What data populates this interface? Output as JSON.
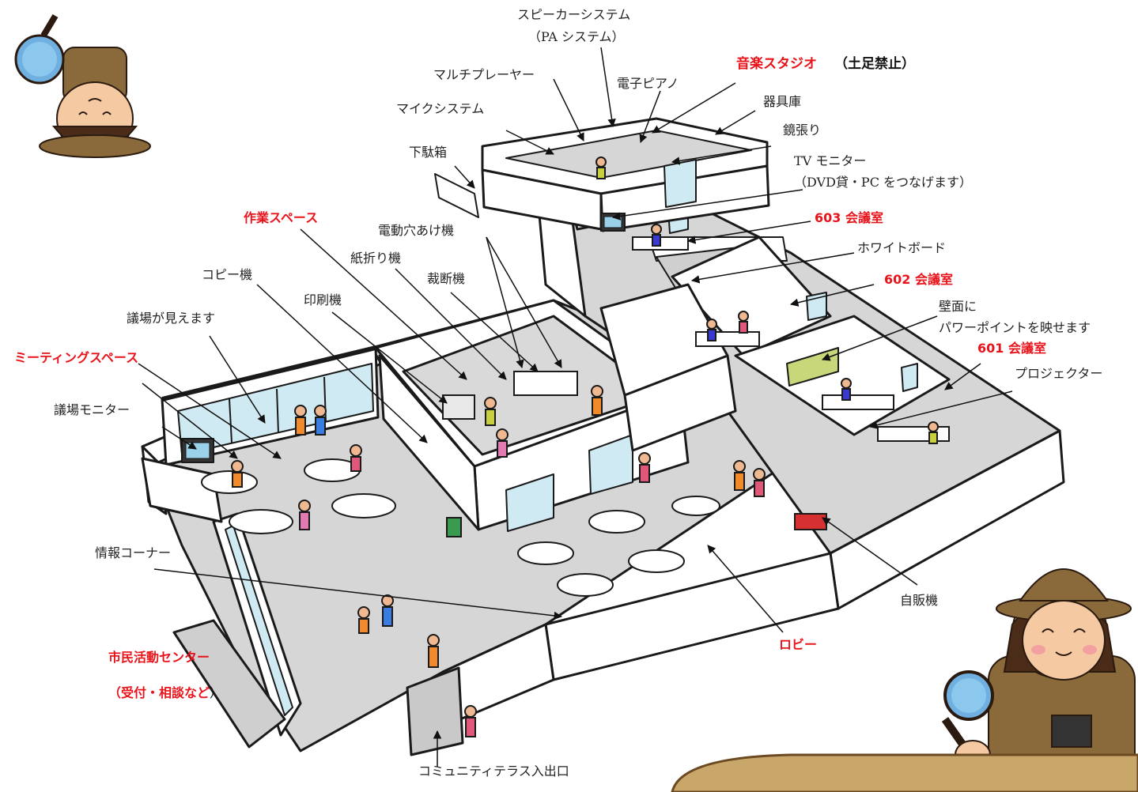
{
  "labels": {
    "speaker": "スピーカーシステム",
    "speaker_pa": "（PA システム）",
    "multiplayer": "マルチプレーヤー",
    "epiano": "電子ピアノ",
    "music_studio": "音楽スタジオ",
    "music_studio_note": "（土足禁止）",
    "storage": "器具庫",
    "mic": "マイクシステム",
    "mirror": "鏡張り",
    "shoebox": "下駄箱",
    "tv_monitor": "TV モニター",
    "tv_monitor_note": "（DVD貸・PC をつなげます）",
    "work_space": "作業スペース",
    "hole_punch": "電動穴あけ機",
    "room_603": "603 会議室",
    "folder": "紙折り機",
    "whiteboard": "ホワイトボード",
    "copier": "コピー機",
    "cutter": "裁断機",
    "room_602": "602 会議室",
    "printer": "印刷機",
    "wall_line1": "壁面に",
    "wall_line2": "パワーポイントを映せます",
    "see_chamber": "議場が見えます",
    "room_601": "601 会議室",
    "meeting_space": "ミーティングスペース",
    "projector": "プロジェクター",
    "chamber_monitor": "議場モニター",
    "info_corner": "情報コーナー",
    "vending": "自販機",
    "lobby": "ロビー",
    "civic_center": "市民活動センター",
    "civic_note_open": "（",
    "civic_note": "受付・相談など",
    "civic_note_close": "）",
    "entrance": "コミュニティテラス入出口"
  },
  "colors": {
    "accent_red": "#e8141b",
    "floor": "#d9d9d9",
    "wall": "#ffffff",
    "outline": "#1a1a1a",
    "hat": "#8a6a3a",
    "glass": "#bfe3ef"
  },
  "icons": [
    "detective-girl-icon",
    "magnifier-icon"
  ]
}
